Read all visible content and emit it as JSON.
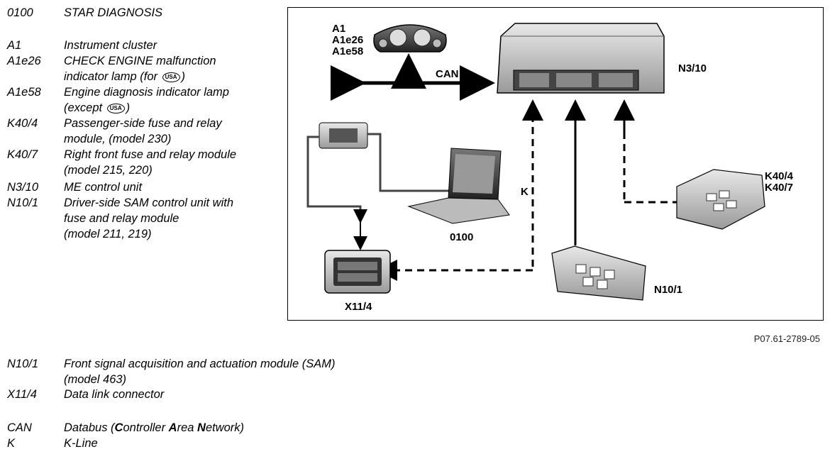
{
  "legend_top": [
    {
      "code": "0100",
      "lines": [
        "STAR DIAGNOSIS"
      ]
    },
    {
      "code": "A1",
      "lines": [
        "Instrument cluster"
      ]
    },
    {
      "code": "A1e26",
      "lines": [
        "CHECK ENGINE malfunction",
        "indicator lamp (for ",
        ")"
      ],
      "usa_badge": "USA"
    },
    {
      "code": "A1e58",
      "lines": [
        "Engine diagnosis indicator lamp",
        "(except ",
        ")"
      ],
      "usa_badge": "USA"
    },
    {
      "code": "K40/4",
      "lines": [
        "Passenger-side fuse and relay",
        "module, (model 230)"
      ]
    },
    {
      "code": "K40/7",
      "lines": [
        "Right front fuse and relay module",
        "(model 215, 220)"
      ]
    },
    {
      "code": "N3/10",
      "lines": [
        "ME control unit"
      ]
    },
    {
      "code": "N10/1",
      "lines": [
        "Driver-side SAM control unit with",
        "fuse and relay module",
        "(model 211, 219)"
      ]
    }
  ],
  "legend_bottom": [
    {
      "code": "N10/1",
      "lines": [
        "Front signal acquisition and actuation module (SAM)",
        "(model 463)"
      ]
    },
    {
      "code": "X11/4",
      "lines": [
        "Data link connector"
      ]
    },
    {
      "code": "CAN",
      "desc_html_parts": [
        "Databus (",
        "C",
        "ontroller ",
        "A",
        "rea ",
        "N",
        "etwork)"
      ]
    },
    {
      "code": "K",
      "lines": [
        "K-Line"
      ]
    }
  ],
  "figure": {
    "labels": {
      "a1": "A1",
      "a1e26": "A1e26",
      "a1e58": "A1e58",
      "can": "CAN",
      "n310": "N3/10",
      "k": "K",
      "k404": "K40/4",
      "k407": "K40/7",
      "tester": "0100",
      "n101": "N10/1",
      "x114": "X11/4"
    },
    "reference": "P07.61-2789-05"
  }
}
